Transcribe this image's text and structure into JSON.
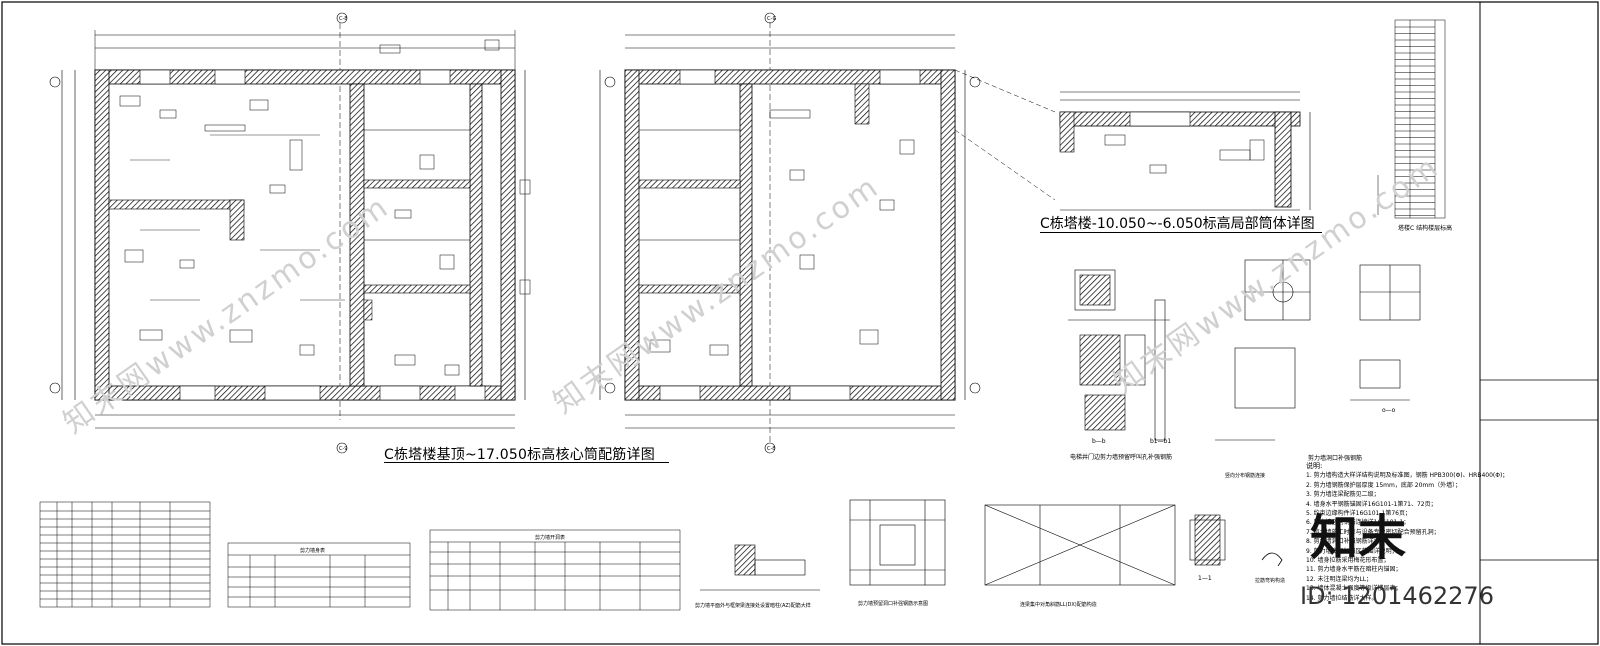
{
  "drawing_titles": {
    "main_plan": "C栋塔楼基顶~17.050标高核心筒配筋详图",
    "partial_plan": "C栋塔楼-10.050~-6.050标高局部筒体详图"
  },
  "axis_labels": [
    "C-8",
    "C-9",
    "C-G",
    "C-8",
    "C-9",
    "C-B"
  ],
  "detail_captions": {
    "elevator_opening": "电梯井门边剪力墙预留呼叫孔补强钢筋",
    "beam_column": "剪力墙平面外与框架梁连接处设置暗柱(AZ)配筋大样",
    "wall_opening": "剪力墙预留洞口补强钢筋示意图",
    "coupling_beam": "连梁集中对角斜筋LL(DX)配筋构造",
    "section_1": "1—1",
    "section_b": "b—b",
    "section_b1": "b1—b1",
    "section_o": "o—o",
    "tie_hook": "拉筋弯钩构造",
    "distribution": "竖向分布钢筋连接",
    "wall_hole_reinforce": "剪力墙洞口补强钢筋"
  },
  "level_table_title": "塔楼C 结构楼层标高",
  "table_titles": {
    "wall_table": "剪力墙身表",
    "column_table": "剪力墙开洞表"
  },
  "notes": {
    "heading": "说明:",
    "lines": [
      "1. 剪力墙构造大样详结构说明及标准图，钢筋 HPB300(Φ)、HRB400(Φ)；",
      "2. 剪力墙钢筋保护层厚度 15mm，底部 20mm（外墙）；",
      "3. 剪力墙连梁配筋见二级；",
      "4. 墙身水平钢筋锚固详16G101-1第71、72页；",
      "5. 约束边缘构件详16G101-1第76页；",
      "6. 剪力墙竖向钢筋连接详16G101-1；",
      "7. 剪力墙施工时应与设备专业密切配合预留孔洞；",
      "8. 剪力墙洞口补强钢筋详大样；",
      "9. 剪力墙底部加强区范围详说明；",
      "10. 墙身拉筋采用梅花形布置；",
      "11. 剪力墙身水平筋在暗柱内锚固；",
      "12. 未注明连梁均为LL；",
      "13. 墙体混凝土强度等级详楼层表；",
      "14. 剪力墙拉结筋详大样。"
    ]
  },
  "watermark": "知末网www.znzmo.com",
  "brand": "知末",
  "id_label": "ID: 1201462276"
}
